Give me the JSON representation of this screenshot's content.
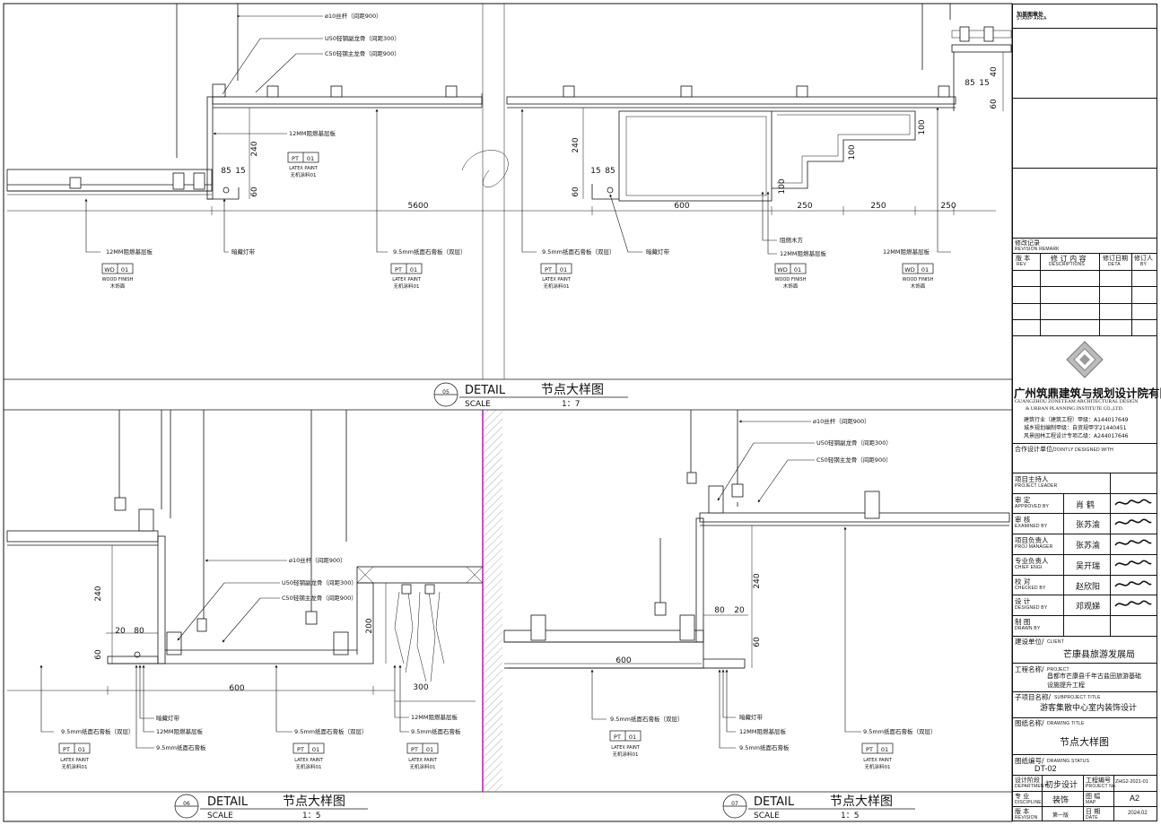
{
  "callouts": {
    "rod": "ø10丝杆（间距900）",
    "u50": "U50轻钢副龙骨（间距300）",
    "c50": "C50轻钢主龙骨（间距900）",
    "fire12": "12MM阻燃基层板",
    "gypsum_double": "9.5mm纸面石膏板（双层）",
    "gypsum": "9.5mm纸面石膏板",
    "light": "暗藏灯带",
    "wood": "阻燃木方"
  },
  "tags": {
    "pt": {
      "code": "PT",
      "num": "01",
      "en": "LATEX PAINT",
      "cn": "无机涂料01"
    },
    "wd": {
      "code": "WD",
      "num": "01",
      "en": "WOOD FINISH",
      "cn": "木饰面"
    }
  },
  "dims": {
    "d5600": "5600",
    "d600": "600",
    "d250": "250",
    "d240": "240",
    "d85": "85",
    "d15": "15",
    "d60": "60",
    "d100": "100",
    "d40": "40",
    "d20": "20",
    "d80": "80",
    "d200": "200",
    "d300": "300"
  },
  "details": [
    {
      "num": "05",
      "title_en": "DETAIL",
      "title_cn": "节点大样图",
      "scale_label": "SCALE",
      "scale": "1：7"
    },
    {
      "num": "06",
      "title_en": "DETAIL",
      "title_cn": "节点大样图",
      "scale_label": "SCALE",
      "scale": "1：5"
    },
    {
      "num": "07",
      "title_en": "DETAIL",
      "title_cn": "节点大样图",
      "scale_label": "SCALE",
      "scale": "1：5"
    }
  ],
  "title_block": {
    "stamp_cn": "加盖图章处",
    "stamp_en": "STAMP AREA",
    "revision_cn": "修改记录",
    "revision_en": "REVISION REMARK",
    "rev_col": "版 本",
    "rev_col_en": "REV",
    "desc_col": "修 订 内 容",
    "desc_col_en": "DESCRIPTIONS",
    "date_col": "修订日期",
    "date_col_en": "DETA",
    "by_col": "修订人",
    "by_col_en": "BY",
    "company_cn": "广州筑鼎建筑与规划设计院有限公司",
    "company_en1": "GUANGZHOU ZONETEAM ARCHITECTURAL DESIGN",
    "company_en2": "& URBAN PLANNING INSTITUTE CO.,LTD.",
    "cert1": "建筑行业（建筑工程）甲级：A144017649",
    "cert2": "城乡规划编制甲级：自资规甲字21440451",
    "cert3": "风景园林工程设计专项乙级：A244017646",
    "joint": "合作设计单位/",
    "joint_en": "JOINTLY DESIGNED WITH",
    "roles": [
      {
        "cn": "项目主持人",
        "en": "PROJECT LEADER",
        "name": ""
      },
      {
        "cn": "审 定",
        "en": "APPROVED BY",
        "name": "肖 鹤"
      },
      {
        "cn": "审 核",
        "en": "EXAMINED BY",
        "name": "张苏渝"
      },
      {
        "cn": "项目负责人",
        "en": "PROJ MANAGER",
        "name": "张苏渝"
      },
      {
        "cn": "专业负责人",
        "en": "CHIEF ENGI",
        "name": "吴开瑞"
      },
      {
        "cn": "校 对",
        "en": "CHECKED BY",
        "name": "赵欣阳"
      },
      {
        "cn": "设 计",
        "en": "DESIGNED BY",
        "name": "邓观娣"
      },
      {
        "cn": "制 图",
        "en": "DRAWN BY",
        "name": ""
      }
    ],
    "client_label": "建设单位/",
    "client_label_en": "CLIENT",
    "client": "芒康县旅游发展局",
    "project_label": "工程名称/",
    "project_label_en": "PROJECT",
    "project1": "昌都市芒康县千年古盐田旅游基础",
    "project2": "设施提升工程",
    "subproject_label": "子项目名称/",
    "subproject_label_en": "SUBPROJECT TITLE",
    "subproject": "游客集散中心室内装饰设计",
    "drawing_label": "图纸名称/",
    "drawing_label_en": "DRAWING TITLE",
    "drawing_title": "节点大样图",
    "dwgno_label": "图纸编号/",
    "dwgno_label_en": "DRAWING STATUS",
    "dwgno": "DT-02",
    "stage_cn": "设计阶段",
    "stage_en": "DEPARTMENT",
    "stage": "初步设计",
    "projno_cn": "工程编号",
    "projno_en": "PROJECT No.",
    "projno": "ZHG2-2021-01",
    "disc_cn": "专 业",
    "disc_en": "DISCIPLINE",
    "disc": "装饰",
    "size_cn": "图 幅",
    "size_en": "MAP",
    "size": "A2",
    "ver_cn": "版 本",
    "ver_en": "REVISION",
    "ver": "第一版",
    "date_cn": "日 期",
    "date_en": "DATE",
    "date": "2024.02"
  }
}
